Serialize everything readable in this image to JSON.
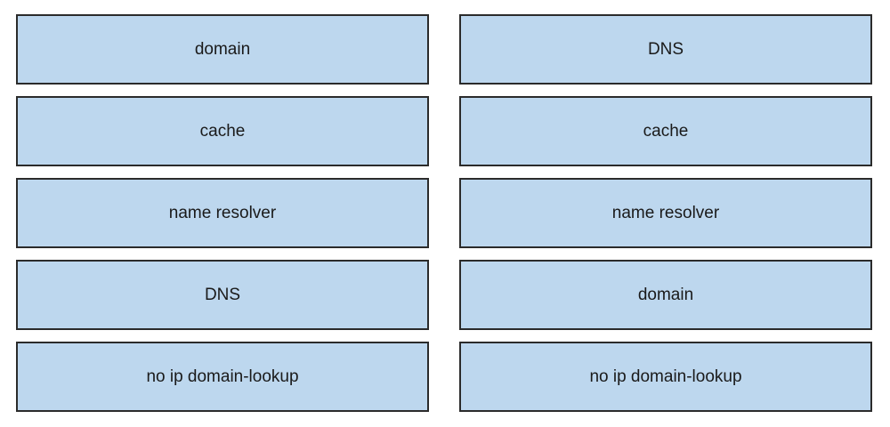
{
  "left_column": {
    "items": [
      {
        "label": "domain"
      },
      {
        "label": "cache"
      },
      {
        "label": "name resolver"
      },
      {
        "label": "DNS"
      },
      {
        "label": "no ip domain-lookup"
      }
    ]
  },
  "right_column": {
    "items": [
      {
        "label": "DNS"
      },
      {
        "label": "cache"
      },
      {
        "label": "name resolver"
      },
      {
        "label": "domain"
      },
      {
        "label": "no ip domain-lookup"
      }
    ]
  },
  "colors": {
    "box_fill": "#bdd7ee",
    "box_border": "#2b2b2b",
    "background": "#ffffff"
  }
}
